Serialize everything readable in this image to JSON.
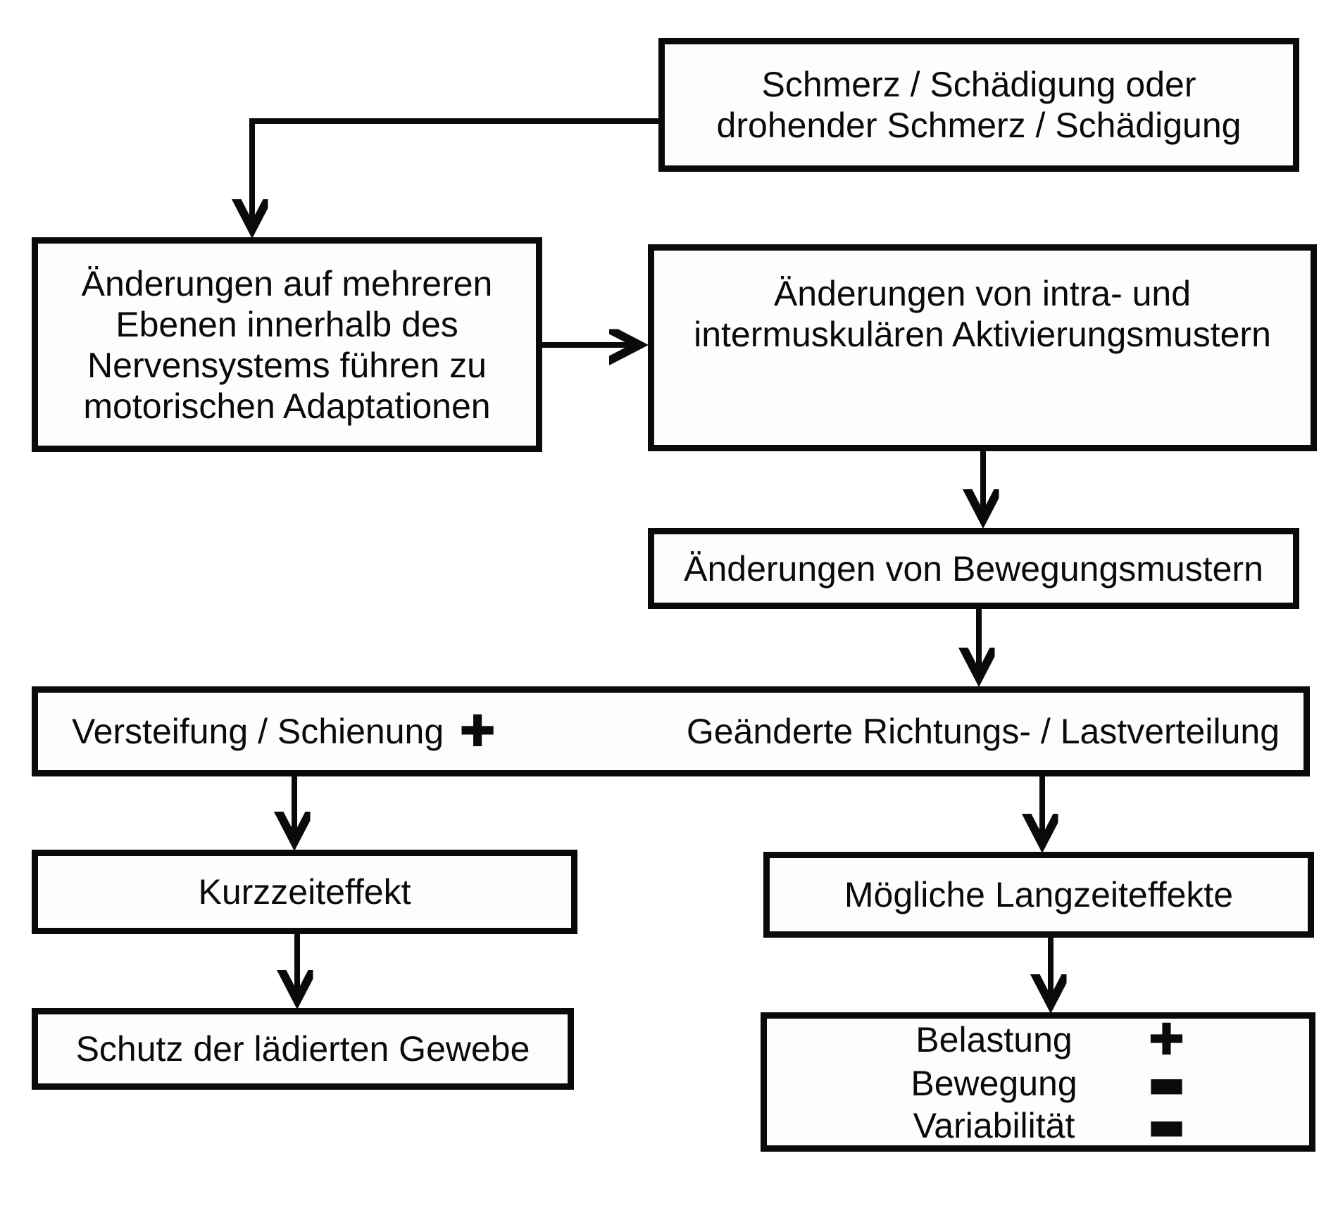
{
  "nodes": {
    "pain": {
      "text": "Schmerz / Schädigung oder\ndrohender Schmerz / Schädigung"
    },
    "neural_changes": {
      "text": "Änderungen auf mehreren\nEbenen innerhalb des\nNervensystems führen zu\nmotorischen Adaptationen"
    },
    "activation_changes": {
      "text": "Änderungen von intra- und\nintermuskulären Aktivierungsmustern"
    },
    "movement_changes": {
      "text": "Änderungen von Bewegungsmustern"
    },
    "stiffening": {
      "text": "Versteifung / Schienung",
      "symbol": "✚"
    },
    "load_redistribution": {
      "text": "Geänderte Richtungs- / Lastverteilung"
    },
    "short_term_effect": {
      "text": "Kurzzeiteffekt"
    },
    "long_term_effects": {
      "text": "Mögliche Langzeiteffekte"
    },
    "tissue_protection": {
      "text": "Schutz der lädierten Gewebe"
    },
    "outcomes": {
      "rows": [
        {
          "label": "Belastung",
          "symbol": "✚"
        },
        {
          "label": "Bewegung",
          "symbol": "▬"
        },
        {
          "label": "Variabilität",
          "symbol": "▬"
        }
      ]
    }
  },
  "colors": {
    "line": "#0a0a0a",
    "box_background": "#fdfdfd",
    "page_background": "#ffffff"
  }
}
